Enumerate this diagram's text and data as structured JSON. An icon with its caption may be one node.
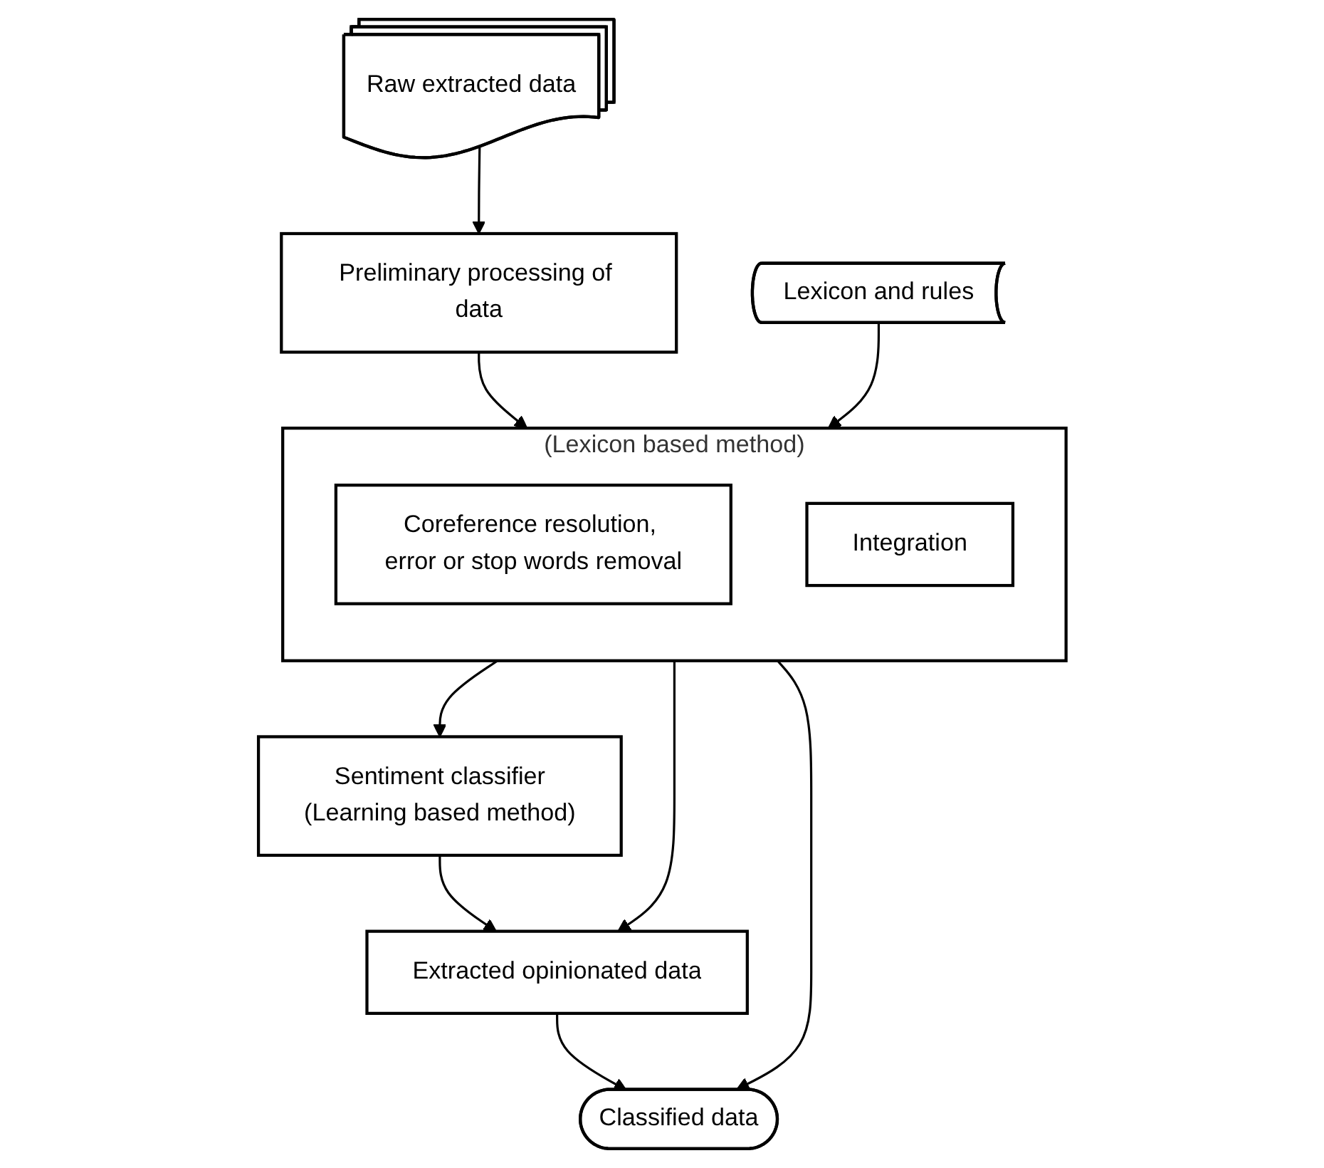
{
  "diagram": {
    "nodes": [
      {
        "text": [
          "Raw extracted data"
        ]
      },
      {
        "text": [
          "Preliminary processing of data"
        ]
      },
      {
        "text": [
          "(Lexicon based method)"
        ]
      },
      {
        "text": [
          "Coreference resolution, error or stop words removal"
        ],
        "in": 2
      },
      {
        "text": [
          "Integration"
        ],
        "in": 2
      },
      {
        "text": [
          "Lexicon and rules"
        ]
      },
      {
        "text": [
          "Sentiment classifier",
          "(Learning based method)"
        ]
      },
      {
        "text": [
          "Extracted opinionated data"
        ]
      },
      {
        "text": [
          "Classified data"
        ]
      }
    ],
    "edges": [
      {
        "from": 0,
        "to": 1,
        "arrow": "to"
      },
      {
        "from": 1,
        "to": 2,
        "arrow": "to"
      },
      {
        "from": 5,
        "to": 2,
        "arrow": "to"
      },
      {
        "from": 2,
        "to": 6,
        "arrow": "to"
      },
      {
        "from": 2,
        "to": 7,
        "arrow": "to"
      },
      {
        "from": 6,
        "to": 7,
        "arrow": "to"
      },
      {
        "from": 7,
        "to": 8,
        "arrow": "to"
      },
      {
        "from": 2,
        "to": 8,
        "arrow": "to"
      }
    ]
  }
}
